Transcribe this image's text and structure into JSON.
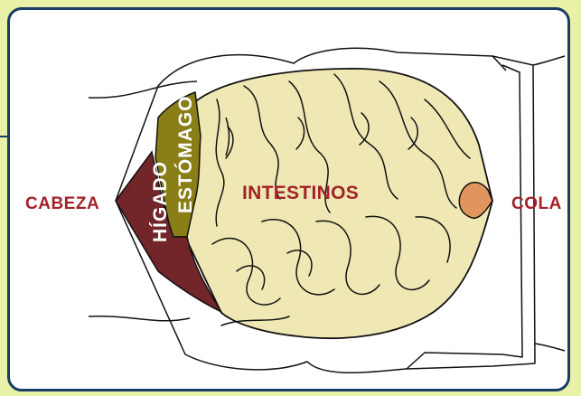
{
  "labels": {
    "head": "CABEZA",
    "tail": "COLA",
    "liver": "HÍGADO",
    "stomach": "ESTÓMAGO",
    "intestines": "INTESTINOS"
  },
  "colors": {
    "background": "#e9f1a9",
    "border": "#1a3c66",
    "label_red": "#a3222a",
    "liver": "#722629",
    "stomach": "#8a7e16",
    "intestines": "#efe8b4",
    "tail_organ": "#e0955f",
    "outline": "#111111"
  }
}
